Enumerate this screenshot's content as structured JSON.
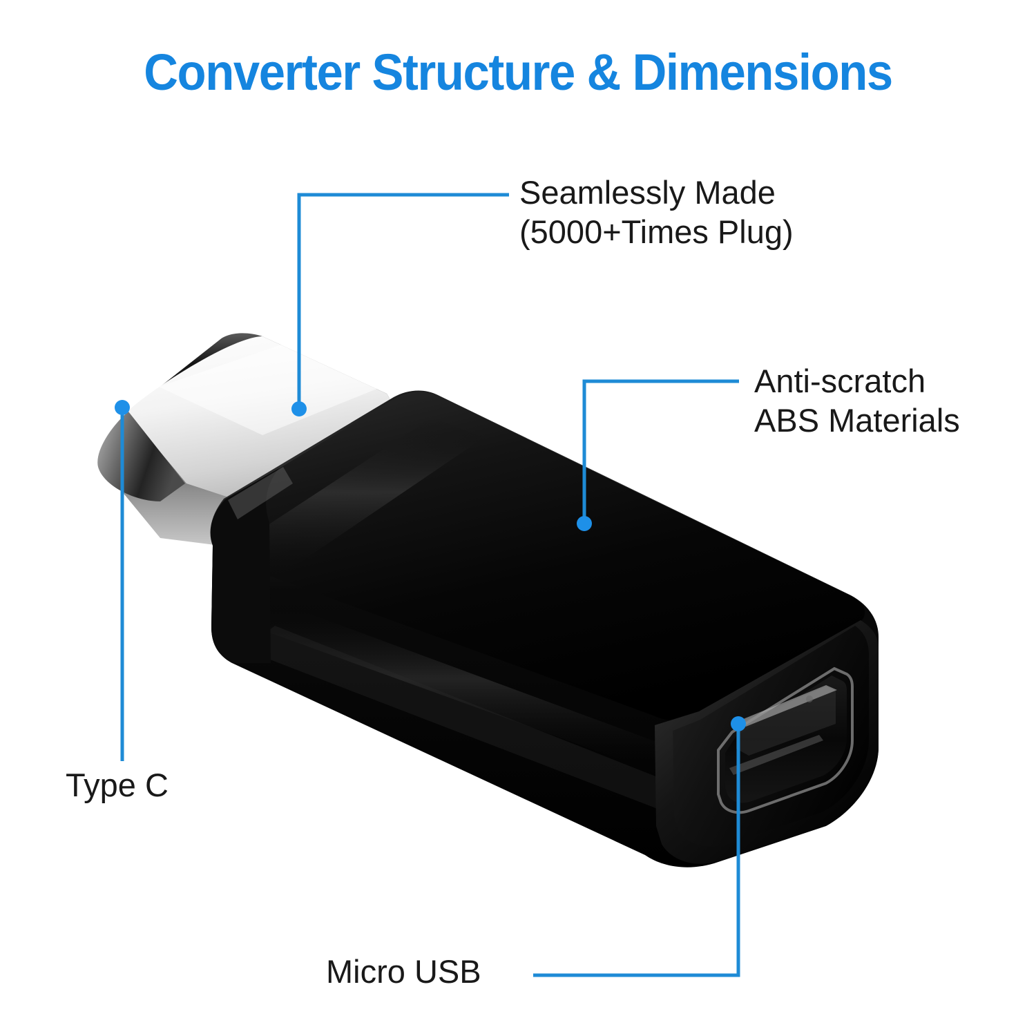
{
  "title": "Converter Structure & Dimensions",
  "colors": {
    "accent_blue": "#1585DF",
    "callout_blue": "#1E8BD6",
    "dot_blue": "#1E90E8",
    "text_black": "#191919",
    "body_black": "#0B0B0B",
    "connector_silver": "#E9E9E9",
    "background": "#FFFFFF"
  },
  "annotations": {
    "seamless": {
      "line1": "Seamlessly Made",
      "line2": "(5000+Times Plug)"
    },
    "abs": {
      "line1": "Anti-scratch",
      "line2": "ABS Materials"
    },
    "type_c": "Type C",
    "micro_usb": "Micro USB"
  },
  "product": {
    "name": "usb-c-to-micro-usb-adapter",
    "type_c_plug_label": "Type C",
    "micro_usb_port_label": "Micro USB"
  }
}
